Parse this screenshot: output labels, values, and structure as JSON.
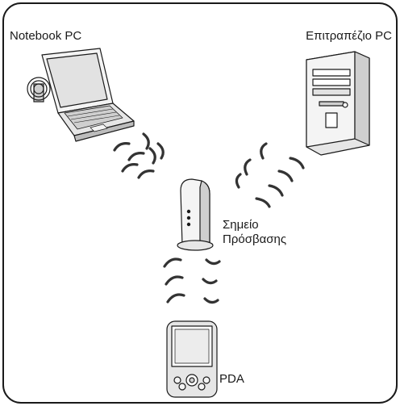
{
  "labels": {
    "notebook": "Notebook PC",
    "desktop": "Επιτραπέζιο PC",
    "access_point_line1": "Σημείο",
    "access_point_line2": "Πρόσβασης",
    "pda": "PDA"
  },
  "colors": {
    "line": "#1a1a1a",
    "signal": "#333333",
    "device_fill": "#f4f4f4",
    "device_shade": "#cfcfcf"
  }
}
